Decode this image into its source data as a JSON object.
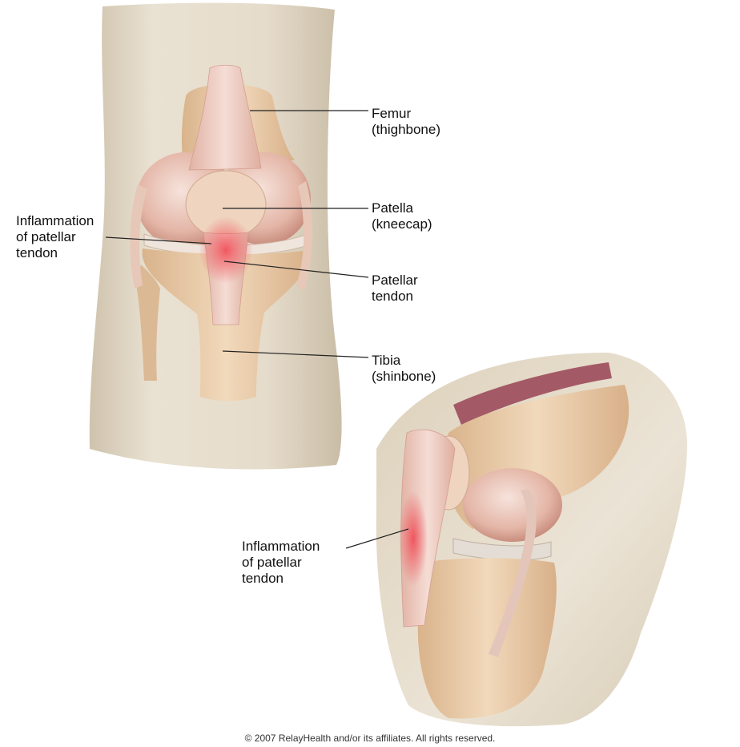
{
  "front_labels": {
    "femur": {
      "line1": "Femur",
      "line2": "(thighbone)"
    },
    "patella": {
      "line1": "Patella",
      "line2": "(kneecap)"
    },
    "patellar_tendon": {
      "line1": "Patellar",
      "line2": "tendon"
    },
    "tibia": {
      "line1": "Tibia",
      "line2": "(shinbone)"
    },
    "inflammation": {
      "line1": "Inflammation",
      "line2": "of patellar",
      "line3": "tendon"
    }
  },
  "side_labels": {
    "inflammation": {
      "line1": "Inflammation",
      "line2": "of patellar",
      "line3": "tendon"
    }
  },
  "copyright": "© 2007 RelayHealth and/or its affiliates.  All rights reserved.",
  "colors": {
    "skin": "#e6dccb",
    "bone": "#e8c9a4",
    "cartilage": "#e7b9a6",
    "tendon": "#eecbc0",
    "inflamed": "#f0515a",
    "muscle": "#a45a66"
  }
}
